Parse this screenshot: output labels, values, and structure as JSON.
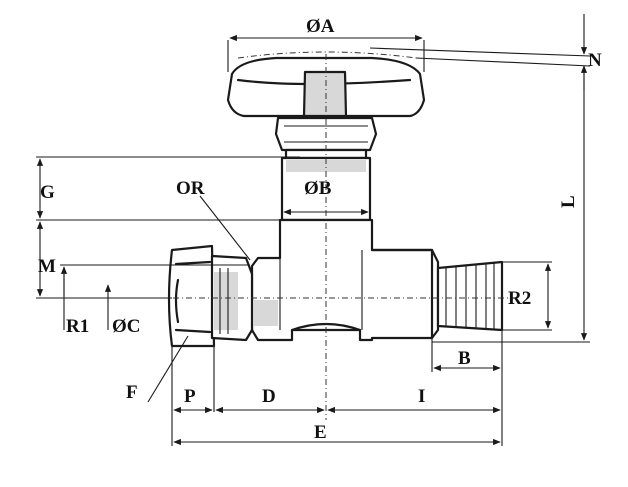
{
  "labels": {
    "dia_a": "ØA",
    "n": "N",
    "g": "G",
    "or": "OR",
    "dia_b": "ØB",
    "l": "L",
    "m": "M",
    "r2": "R2",
    "r1": "R1",
    "dia_c": "ØC",
    "b": "B",
    "f": "F",
    "p": "P",
    "d": "D",
    "i": "I",
    "e": "E"
  }
}
